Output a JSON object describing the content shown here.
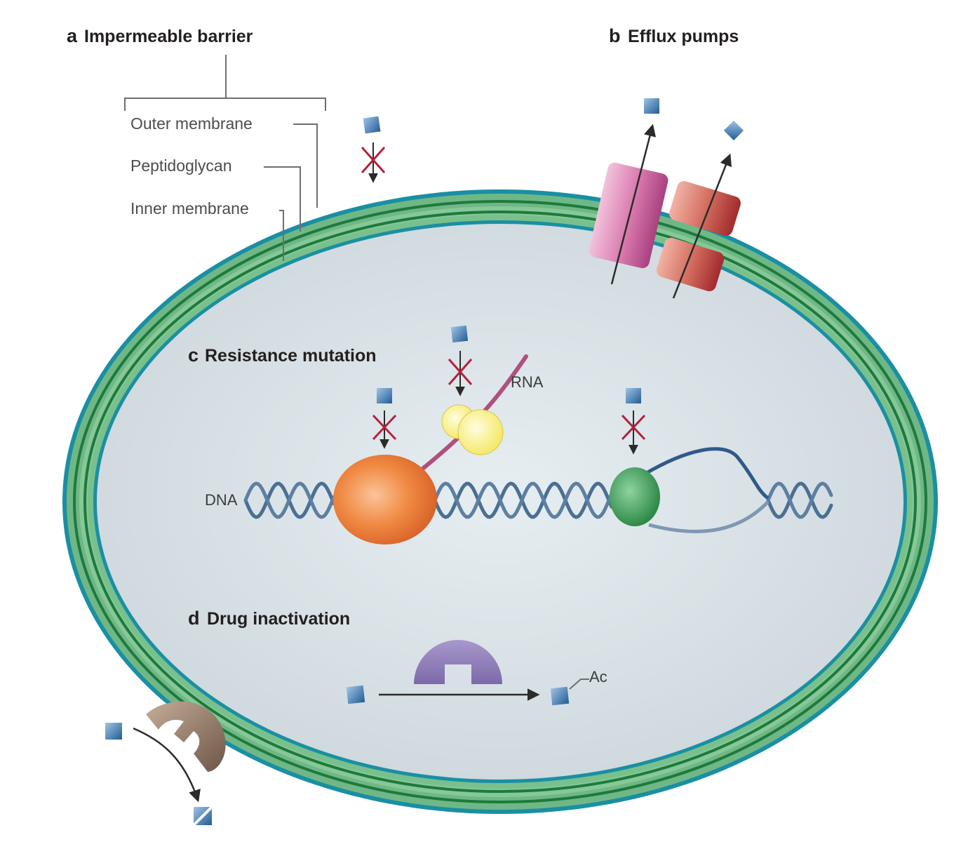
{
  "panels": {
    "a": {
      "letter": "a",
      "title": "Impermeable barrier"
    },
    "b": {
      "letter": "b",
      "title": "Efflux pumps"
    },
    "c": {
      "letter": "c",
      "title": "Resistance mutation"
    },
    "d": {
      "letter": "d",
      "title": "Drug inactivation"
    }
  },
  "membrane_labels": {
    "outer": "Outer membrane",
    "peptidoglycan": "Peptidoglycan",
    "inner": "Inner membrane"
  },
  "molecule_labels": {
    "dna": "DNA",
    "rna": "RNA",
    "acetyl": "Ac"
  },
  "colors": {
    "cytoplasm": "#dfe6ea",
    "outer_layer": "#1a8fa3",
    "peptidoglycan": "#7cc08d",
    "membrane_dark": "#1d7a3c",
    "dna": "#4a6f94",
    "polymerase": "#ec7a32",
    "ribosome": "#f7ef7a",
    "green_protein": "#3b9b55",
    "efflux_pink": "#c65a9a",
    "efflux_red": "#c23b3b",
    "enzyme_purple": "#8b79b6",
    "enzyme_brown": "#8a7262",
    "drug": "#2f6ea5",
    "block_mark": "#b3223b"
  }
}
